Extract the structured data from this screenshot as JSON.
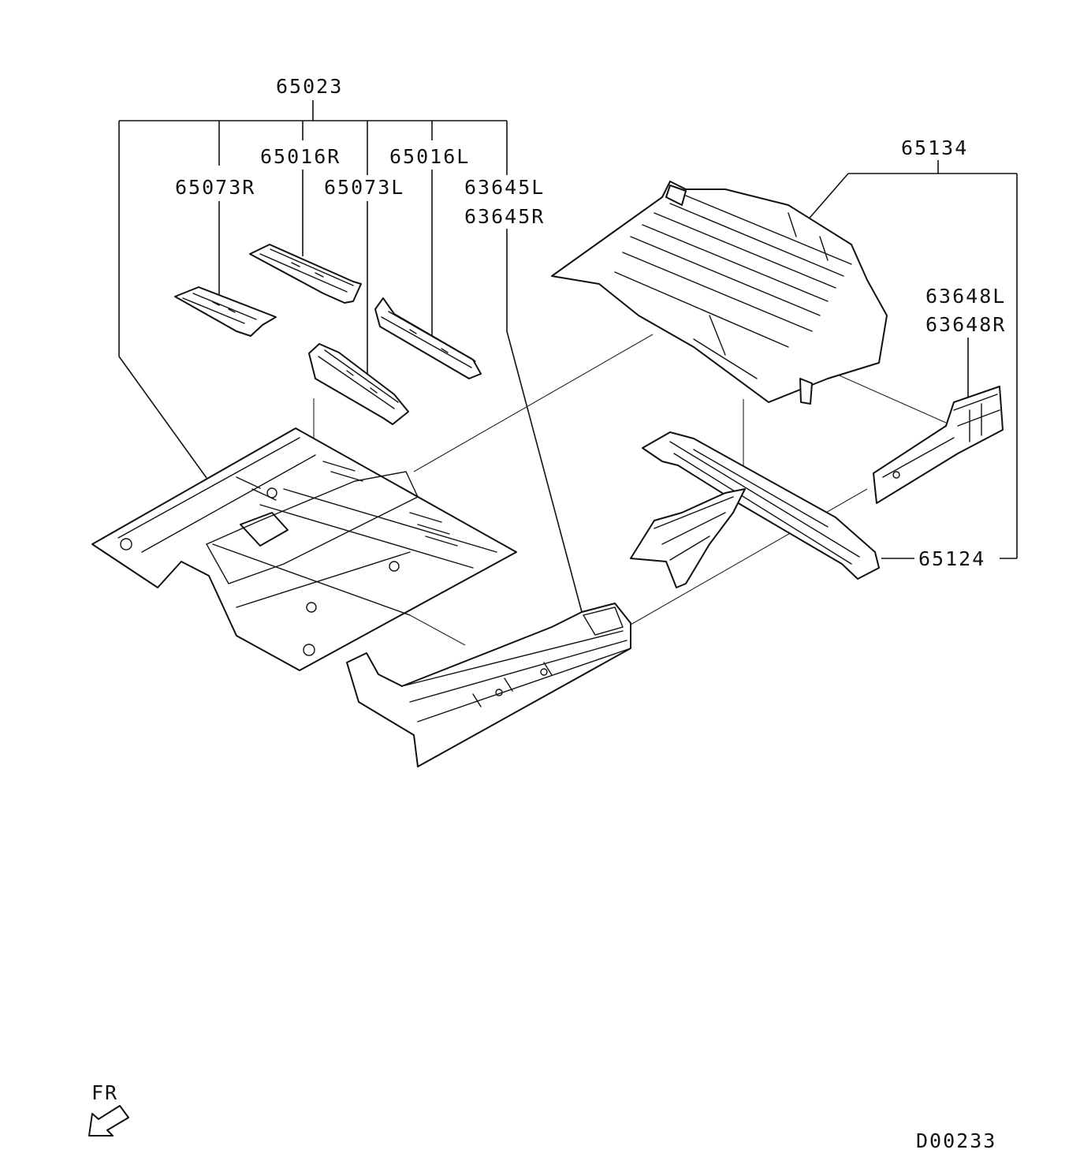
{
  "labels": {
    "assy_65023": "65023",
    "p_65016R": "65016R",
    "p_65016L": "65016L",
    "p_65073R": "65073R",
    "p_65073L": "65073L",
    "p_63645L": "63645L",
    "p_63645R": "63645R",
    "assy_65134": "65134",
    "p_63648L": "63648L",
    "p_63648R": "63648R",
    "p_65124": "65124"
  },
  "direction": "FR",
  "diagram_code": "D00233",
  "icons": {
    "front_direction": "arrow-front-left-icon"
  }
}
